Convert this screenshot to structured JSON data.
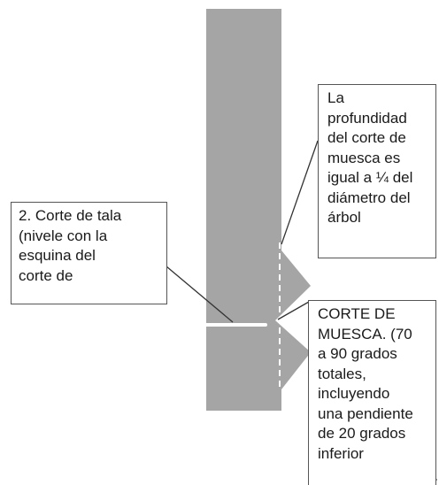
{
  "callouts": {
    "felling_cut": [
      "2. Corte de tala",
      "(nivele con la",
      "esquina del",
      "corte de"
    ],
    "notch_depth": [
      "La",
      "profundidad",
      "del corte de",
      "muesca es",
      "igual a ¼ del",
      "diámetro del",
      "árbol"
    ],
    "notch_cut": [
      "CORTE DE",
      "MUESCA. (70",
      "a 90 grados",
      "totales,",
      "incluyendo",
      "una pendiente",
      "de 20 grados",
      "inferior"
    ]
  },
  "colors": {
    "trunk": "#a5a5a5",
    "callout_border": "#555555",
    "leader_line": "#333333",
    "cut_line": "#ffffff"
  }
}
